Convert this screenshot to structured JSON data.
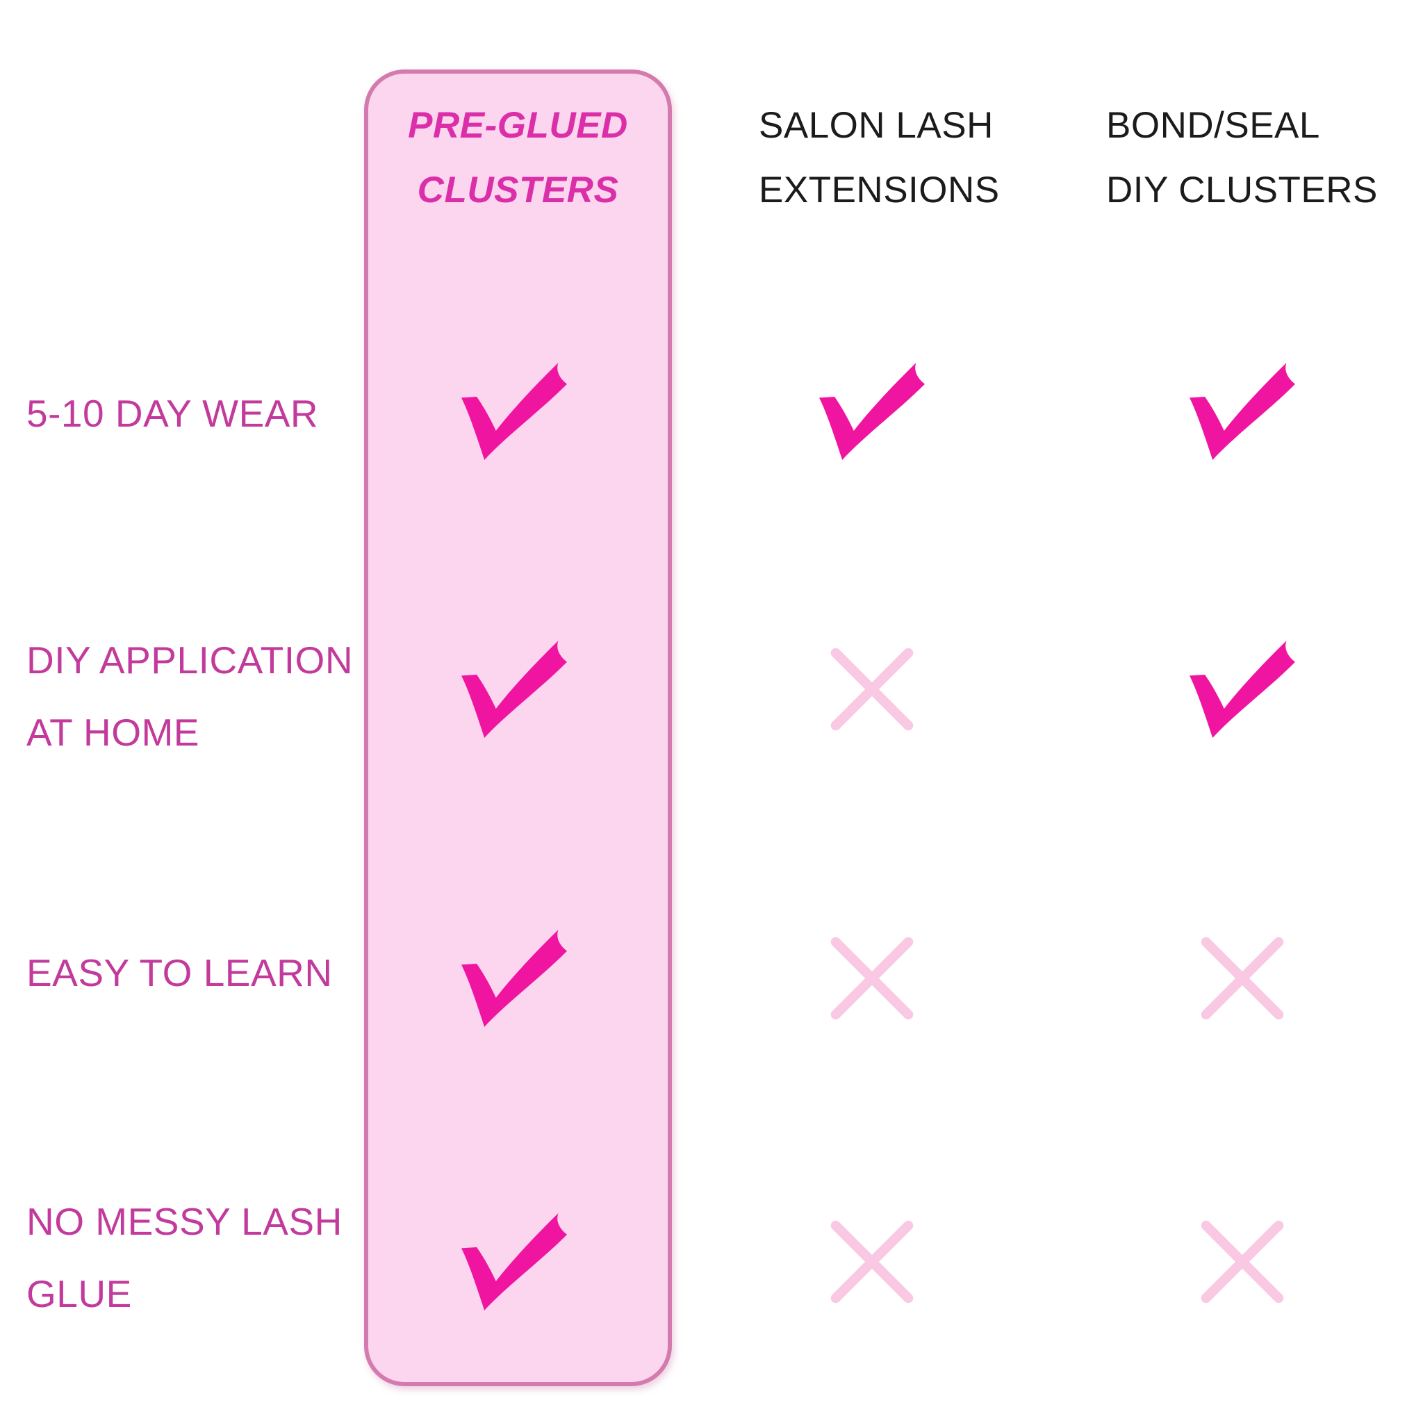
{
  "columns": [
    {
      "id": "preglued",
      "label_lines": [
        "PRE-GLUED",
        "CLUSTERS"
      ],
      "highlighted": true
    },
    {
      "id": "salon",
      "label_lines": [
        "SALON LASH",
        "EXTENSIONS"
      ],
      "highlighted": false
    },
    {
      "id": "bondseal",
      "label_lines": [
        "BOND/SEAL",
        "DIY CLUSTERS"
      ],
      "highlighted": false
    }
  ],
  "rows": [
    {
      "label_lines": [
        "5-10 DAY WEAR"
      ],
      "values": [
        "yes",
        "yes",
        "yes"
      ]
    },
    {
      "label_lines": [
        "DIY APPLICATION",
        "AT HOME"
      ],
      "values": [
        "yes",
        "no",
        "yes"
      ]
    },
    {
      "label_lines": [
        "EASY TO LEARN"
      ],
      "values": [
        "yes",
        "no",
        "no"
      ]
    },
    {
      "label_lines": [
        "NO MESSY LASH",
        "GLUE"
      ],
      "values": [
        "yes",
        "no",
        "no"
      ]
    }
  ],
  "icons": {
    "yes": "check-mark-icon",
    "no": "x-mark-icon"
  },
  "colors": {
    "bg": "#FFFFFF",
    "panel_fill": "#FCD6EE",
    "panel_border": "#D37BAF",
    "brand_text": "#DA2FA9",
    "label_text": "#C23A9C",
    "header_text": "#1B1B1B",
    "check": "#F015A0",
    "x_mark": "#F9C9E4"
  },
  "chart_data": {
    "type": "table",
    "title": "",
    "columns": [
      "PRE-GLUED CLUSTERS",
      "SALON LASH EXTENSIONS",
      "BOND/SEAL DIY CLUSTERS"
    ],
    "rows": [
      "5-10 DAY WEAR",
      "DIY APPLICATION AT HOME",
      "EASY TO LEARN",
      "NO MESSY LASH GLUE"
    ],
    "values": [
      [
        "yes",
        "yes",
        "yes"
      ],
      [
        "yes",
        "no",
        "yes"
      ],
      [
        "yes",
        "no",
        "no"
      ],
      [
        "yes",
        "no",
        "no"
      ]
    ],
    "highlighted_column": "PRE-GLUED CLUSTERS",
    "legend": {
      "yes": "hot pink checkmark",
      "no": "light pink X"
    }
  }
}
